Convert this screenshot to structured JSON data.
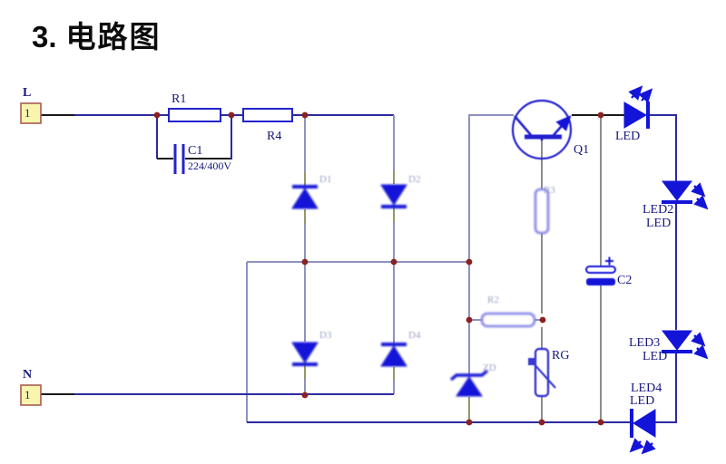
{
  "page": {
    "title_number": "3.",
    "title_text": "电路图"
  },
  "terminals": {
    "l": {
      "label": "L",
      "pin": "1"
    },
    "n": {
      "label": "N",
      "pin": "1"
    }
  },
  "components": {
    "r1": {
      "label": "R1"
    },
    "r4": {
      "label": "R4"
    },
    "c1": {
      "label": "C1",
      "value": "224/400V"
    },
    "d1": {
      "label": "D1"
    },
    "d2": {
      "label": "D2"
    },
    "d3": {
      "label": "D3"
    },
    "d4": {
      "label": "D4"
    },
    "q1": {
      "label": "Q1"
    },
    "r3": {
      "label": "R3"
    },
    "r2": {
      "label": "R2"
    },
    "rg": {
      "label": "RG"
    },
    "zd": {
      "label": "ZD"
    },
    "c2": {
      "label": "C2"
    },
    "led1": {
      "label": "LED"
    },
    "led2": {
      "label": "LED2",
      "type": "LED"
    },
    "led3": {
      "label": "LED3",
      "type": "LED"
    },
    "led4": {
      "label": "LED4",
      "type": "LED"
    }
  },
  "colors": {
    "wire": "#2b2ba0",
    "wire_dim": "#8e92c0",
    "wire_gray": "#8c8c8c",
    "pin_olive": "#96966a",
    "symbol": "#1414d8",
    "junction": "#8b2121",
    "label": "#16167e",
    "pad_fill": "#faf5ae",
    "pad_border": "#a85c50"
  }
}
